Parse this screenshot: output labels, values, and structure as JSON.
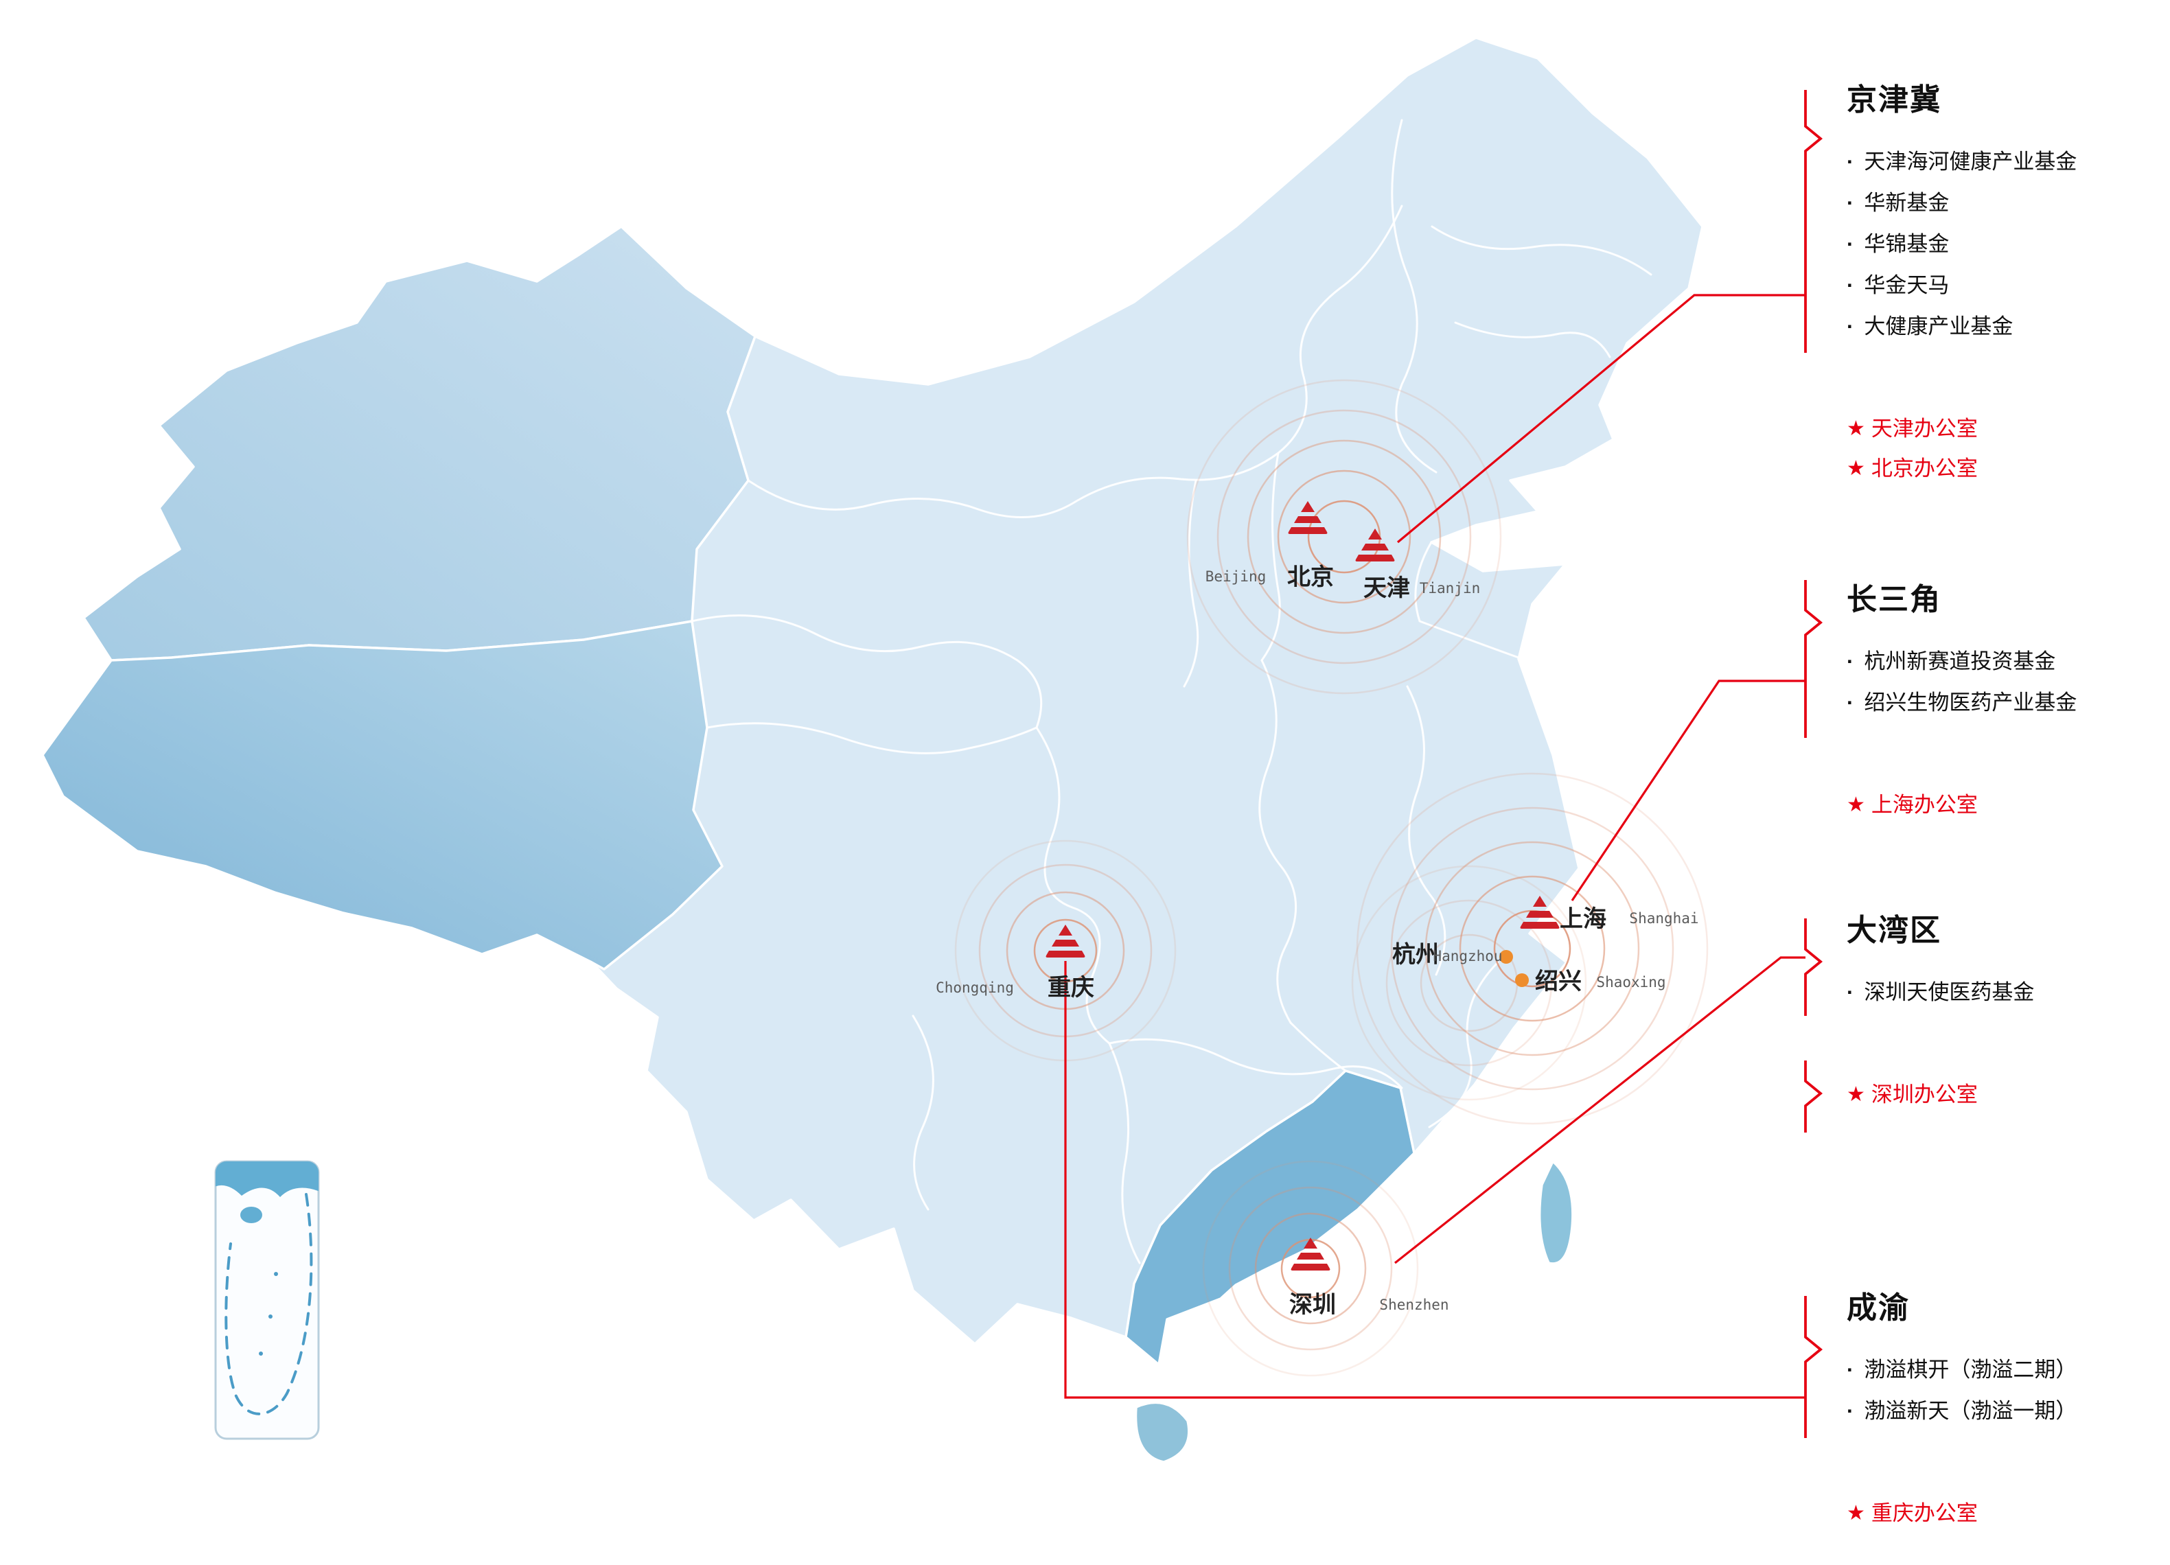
{
  "glyphs": {
    "star": "★",
    "bullet": "·"
  },
  "regions": [
    {
      "title": "京津冀",
      "funds": [
        "天津海河健康产业基金",
        "华新基金",
        "华锦基金",
        "华金天马",
        "大健康产业基金"
      ],
      "offices": [
        "天津办公室",
        "北京办公室"
      ]
    },
    {
      "title": "长三角",
      "funds": [
        "杭州新赛道投资基金",
        "绍兴生物医药产业基金"
      ],
      "offices": [
        "上海办公室"
      ]
    },
    {
      "title": "大湾区",
      "funds": [
        "深圳天使医药基金"
      ],
      "offices": [
        "深圳办公室"
      ]
    },
    {
      "title": "成渝",
      "funds": [
        "渤溢棋开（渤溢二期）",
        "渤溢新天（渤溢一期）"
      ],
      "offices": [
        "重庆办公室"
      ]
    }
  ],
  "cities": [
    {
      "zh": "北京",
      "en": "Beijing"
    },
    {
      "zh": "天津",
      "en": "Tianjin"
    },
    {
      "zh": "上海",
      "en": "Shanghai"
    },
    {
      "zh": "杭州",
      "en": "Hangzhou"
    },
    {
      "zh": "绍兴",
      "en": "Shaoxing"
    },
    {
      "zh": "重庆",
      "en": "Chongqing"
    },
    {
      "zh": "深圳",
      "en": "Shenzhen"
    }
  ],
  "colors": {
    "accent": "#e60012",
    "land": "#d9e9f5",
    "land_west": "#8abfdc",
    "guangdong": "#79b5d7",
    "ripple": "#dd9273",
    "city_dot": "#ee8d2d",
    "marker": "#cd2027"
  }
}
